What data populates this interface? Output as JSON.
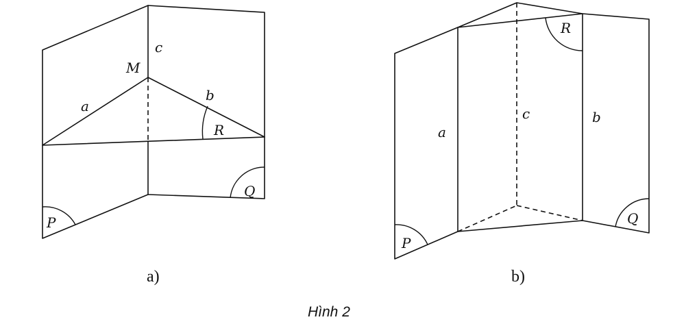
{
  "figure_a": {
    "label_M": "M",
    "label_a": "a",
    "label_b": "b",
    "label_c": "c",
    "label_R": "R",
    "label_Q": "Q",
    "label_P": "P",
    "sublabel": "a)"
  },
  "figure_b": {
    "label_a": "a",
    "label_b": "b",
    "label_c": "c",
    "label_R": "R",
    "label_Q": "Q",
    "label_P": "P",
    "sublabel": "b)"
  },
  "caption": "Hình 2"
}
